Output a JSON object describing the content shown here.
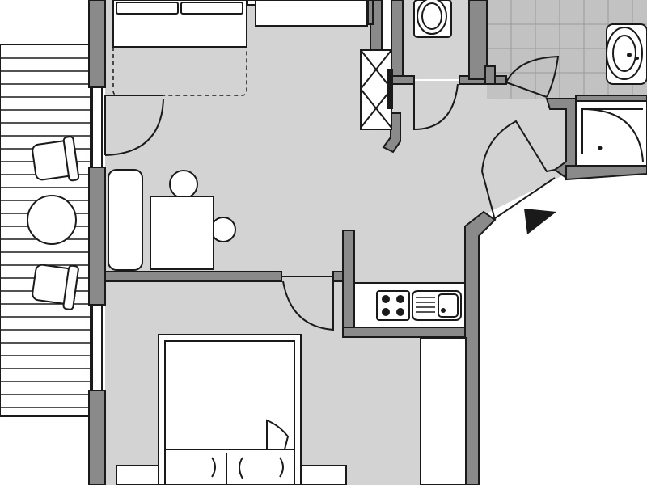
{
  "plan": {
    "colors": {
      "background": "#ffffff",
      "floor": "#d3d3d3",
      "wall": "#8a8a8a",
      "tile": "#c2c2c2",
      "tile_line": "#9a9a9a",
      "line": "#1a1a1a",
      "furniture": "#ffffff"
    },
    "rooms": [
      "bedroom-top",
      "living-room",
      "kitchenette",
      "bathroom",
      "wc",
      "bedroom-bottom",
      "balcony"
    ],
    "icons": [
      "entrance-arrow-icon",
      "stove-hob-icon",
      "kitchen-sink-icon",
      "toilet-icon",
      "washbasin-icon",
      "shower-tray-icon"
    ],
    "labels": []
  }
}
